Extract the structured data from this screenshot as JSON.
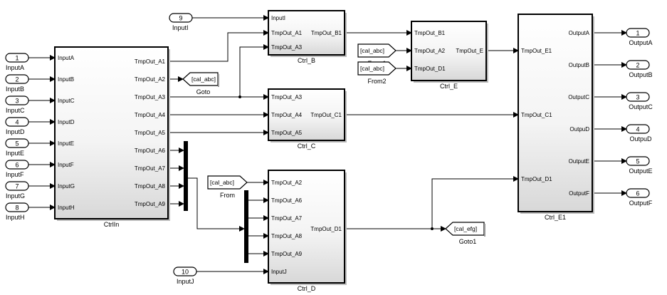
{
  "diagram": {
    "inports": [
      {
        "num": "1",
        "label": "InputA"
      },
      {
        "num": "2",
        "label": "InputB"
      },
      {
        "num": "3",
        "label": "InputC"
      },
      {
        "num": "4",
        "label": "InputD"
      },
      {
        "num": "5",
        "label": "InputE"
      },
      {
        "num": "6",
        "label": "InputF"
      },
      {
        "num": "7",
        "label": "InputG"
      },
      {
        "num": "8",
        "label": "InputH"
      },
      {
        "num": "9",
        "label": "InputI"
      },
      {
        "num": "10",
        "label": "InputJ"
      }
    ],
    "outports": [
      {
        "num": "1",
        "label": "OutputA"
      },
      {
        "num": "2",
        "label": "OutputB"
      },
      {
        "num": "3",
        "label": "OutputC"
      },
      {
        "num": "4",
        "label": "OutpuD"
      },
      {
        "num": "5",
        "label": "OutputE"
      },
      {
        "num": "6",
        "label": "OutputF"
      }
    ],
    "subsystems": {
      "ctrlin": {
        "name": "CtrlIn",
        "inputs": [
          "InputA",
          "InputB",
          "InputC",
          "InputD",
          "InputE",
          "InputF",
          "InputG",
          "InputH"
        ],
        "outputs": [
          "TmpOut_A1",
          "TmpOut_A2",
          "TmpOut_A3",
          "TmpOut_A4",
          "TmpOut_A5",
          "TmpOut_A6",
          "TmpOut_A7",
          "TmpOut_A8",
          "TmpOut_A9"
        ]
      },
      "ctrl_b": {
        "name": "Ctrl_B",
        "inputs": [
          "InputI",
          "TmpOut_A1",
          "TmpOut_A3"
        ],
        "outputs": [
          "TmpOut_B1"
        ]
      },
      "ctrl_c": {
        "name": "Ctrl_C",
        "inputs": [
          "TmpOut_A3",
          "TmpOut_A4",
          "TmpOut_A5"
        ],
        "outputs": [
          "TmpOut_C1"
        ]
      },
      "ctrl_d": {
        "name": "Ctrl_D",
        "inputs": [
          "TmpOut_A2",
          "TmpOut_A6",
          "TmpOut_A7",
          "TmpOut_A8",
          "TmpOut_A9",
          "InputJ"
        ],
        "outputs": [
          "TmpOut_D1"
        ]
      },
      "ctrl_e": {
        "name": "Ctrl_E",
        "inputs": [
          "TmpOut_B1",
          "TmpOut_A2",
          "TmpOut_D1"
        ],
        "outputs": [
          "TmpOut_E"
        ]
      },
      "ctrl_e1": {
        "name": "Ctrl_E1",
        "inputs": [
          "TmpOut_E1",
          "TmpOut_C1",
          "TmpOut_D1"
        ],
        "outputs": [
          "OutputA",
          "OutputB",
          "OutputC",
          "OutpuD",
          "OutputE",
          "OutputF"
        ]
      }
    },
    "gotos": {
      "goto": {
        "tag": "[cal_abc]",
        "name": "Goto"
      },
      "goto1": {
        "tag": "[cal_efg]",
        "name": "Goto1"
      }
    },
    "froms": {
      "from": {
        "tag": "[cal_abc]",
        "name": "From"
      },
      "from1": {
        "tag": "[cal_abc]",
        "name": "From1"
      },
      "from2": {
        "tag": "[cal_abc]",
        "name": "From2"
      }
    }
  }
}
